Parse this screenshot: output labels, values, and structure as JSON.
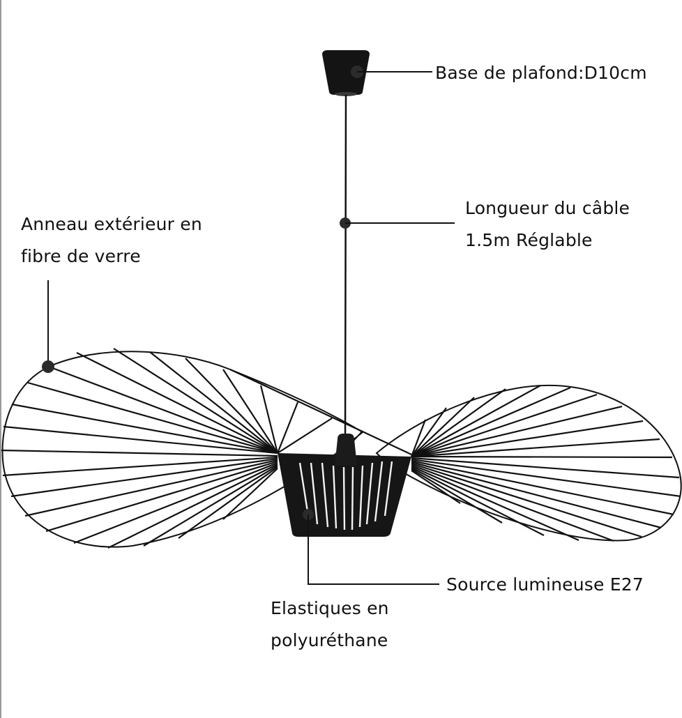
{
  "diagram": {
    "subject": "Pendant lamp with woven hat-shaped shade",
    "colors": {
      "background": "#ffffff",
      "ink": "#111111",
      "callout_dot": "#2b2b2b",
      "left_strip": "#9a9a9a"
    },
    "callouts": [
      {
        "id": "ceiling-base",
        "lines": [
          "Base de plafond:D10cm"
        ]
      },
      {
        "id": "cable-length",
        "lines": [
          "Longueur du câble",
          "1.5m Réglable"
        ]
      },
      {
        "id": "outer-ring",
        "lines": [
          "Anneau extérieur en",
          "fibre de verre"
        ]
      },
      {
        "id": "light-source",
        "lines": [
          "Source lumineuse E27"
        ]
      },
      {
        "id": "elastics",
        "lines": [
          "Elastiques en",
          "polyuréthane"
        ]
      }
    ]
  }
}
